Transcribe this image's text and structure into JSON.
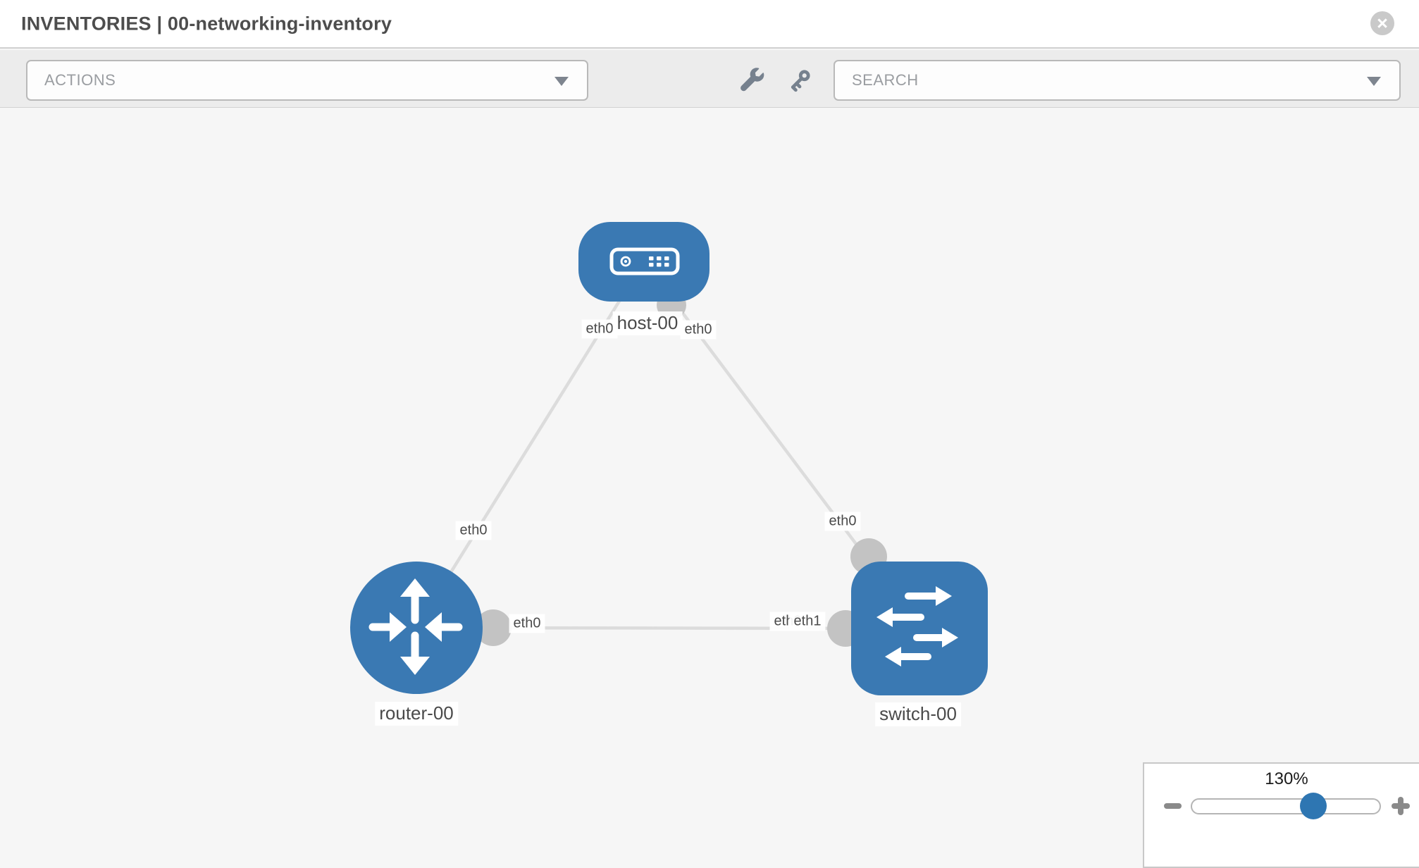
{
  "header": {
    "title": "INVENTORIES | 00-networking-inventory",
    "close_label": "×"
  },
  "toolbar": {
    "actions_label": "ACTIONS",
    "search_placeholder": "SEARCH"
  },
  "icons": {
    "header": [
      "close-icon"
    ],
    "toolbar": [
      "wrench-icon",
      "key-icon",
      "chevron-down-icon"
    ],
    "zoom": [
      "minus-icon",
      "plus-icon"
    ]
  },
  "topology": {
    "nodes": [
      {
        "name": "host-00",
        "type": "host",
        "shape": "rounded-rect"
      },
      {
        "name": "router-00",
        "type": "router",
        "shape": "circle"
      },
      {
        "name": "switch-00",
        "type": "switch",
        "shape": "rounded-square"
      }
    ],
    "links": [
      {
        "source": "host-00",
        "source_interface": "eth0",
        "target": "router-00",
        "target_interface": "eth0"
      },
      {
        "source": "host-00",
        "source_interface": "eth0",
        "target": "switch-00",
        "target_interface": "eth0"
      },
      {
        "source": "router-00",
        "source_interface": "eth0",
        "target": "switch-00",
        "target_interface": "eth1"
      }
    ],
    "overlapped_interface_label": "eth0"
  },
  "zoom_control": {
    "level": "130%",
    "slider_value_pct": 64
  },
  "colors": {
    "node_blue": "#3a79b3",
    "link_gray": "#dcdcdc",
    "port_gray": "#c3c3c3",
    "knob_blue": "#2e76b2",
    "toolbar_bg": "#ececec",
    "canvas_bg": "#f6f6f6"
  }
}
